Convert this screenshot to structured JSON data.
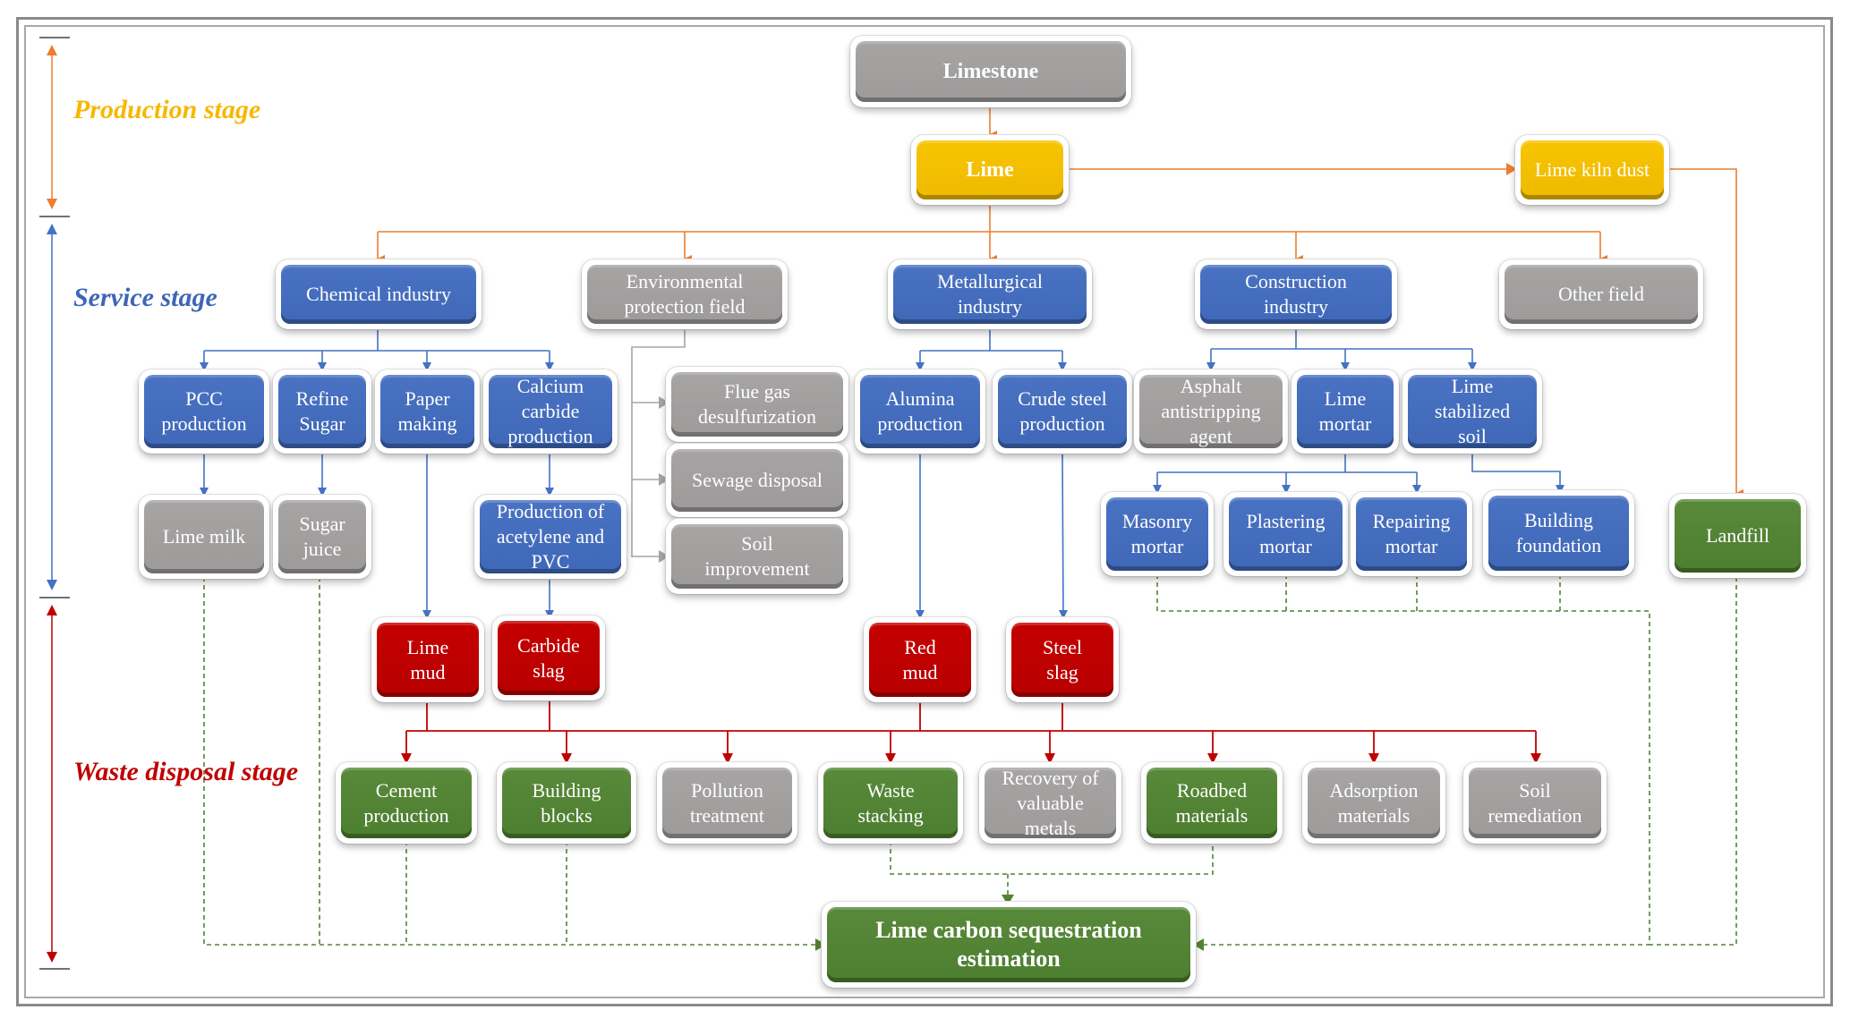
{
  "colors": {
    "production": "#f5b800",
    "service": "#3e66b6",
    "waste": "#c00000",
    "orange_link": "#ed7d31",
    "blue_link": "#4472c4",
    "gray_link": "#a5a5a5",
    "red_link": "#c00000",
    "green_dashed": "#548235"
  },
  "stages": {
    "production": "Production stage",
    "service": "Service stage",
    "waste": "Waste disposal stage"
  },
  "nodes": {
    "limestone": "Limestone",
    "lime": "Lime",
    "lime_kiln_dust": "Lime kiln dust",
    "chemical_industry": "Chemical industry",
    "environmental_protection": "Environmental protection field",
    "metallurgical_industry": "Metallurgical industry",
    "construction_industry": "Construction industry",
    "other_field": "Other field",
    "pcc_production": "PCC production",
    "refine_sugar": "Refine Sugar",
    "paper_making": "Paper making",
    "calcium_carbide_production": "Calcium carbide production",
    "flue_gas_desulfurization": "Flue gas desulfurization",
    "sewage_disposal": "Sewage disposal",
    "soil_improvement": "Soil improvement",
    "alumina_production": "Alumina production",
    "crude_steel_production": "Crude steel production",
    "asphalt_antistripping_agent": "Asphalt antistripping agent",
    "lime_mortar": "Lime mortar",
    "lime_stabilized_soil": "Lime stabilized soil",
    "lime_milk": "Lime milk",
    "sugar_juice": "Sugar juice",
    "acetylene_pvc": "Production of acetylene and PVC",
    "masonry_mortar": "Masonry mortar",
    "plastering_mortar": "Plastering mortar",
    "repairing_mortar": "Repairing mortar",
    "building_foundation": "Building foundation",
    "landfill": "Landfill",
    "lime_mud": "Lime mud",
    "carbide_slag": "Carbide slag",
    "red_mud": "Red mud",
    "steel_slag": "Steel slag",
    "cement_production": "Cement production",
    "building_blocks": "Building blocks",
    "pollution_treatment": "Pollution treatment",
    "waste_stacking": "Waste stacking",
    "recovery_valuable_metals": "Recovery of valuable metals",
    "roadbed_materials": "Roadbed materials",
    "adsorption_materials": "Adsorption materials",
    "soil_remediation": "Soil remediation",
    "carbon_sequestration": "Lime carbon sequestration estimation"
  },
  "edges": [
    [
      "limestone",
      "lime"
    ],
    [
      "lime",
      "lime_kiln_dust"
    ],
    [
      "lime_kiln_dust",
      "landfill"
    ],
    [
      "lime",
      "chemical_industry"
    ],
    [
      "lime",
      "environmental_protection"
    ],
    [
      "lime",
      "metallurgical_industry"
    ],
    [
      "lime",
      "construction_industry"
    ],
    [
      "lime",
      "other_field"
    ],
    [
      "chemical_industry",
      "pcc_production"
    ],
    [
      "chemical_industry",
      "refine_sugar"
    ],
    [
      "chemical_industry",
      "paper_making"
    ],
    [
      "chemical_industry",
      "calcium_carbide_production"
    ],
    [
      "pcc_production",
      "lime_milk"
    ],
    [
      "refine_sugar",
      "sugar_juice"
    ],
    [
      "paper_making",
      "lime_mud"
    ],
    [
      "calcium_carbide_production",
      "acetylene_pvc"
    ],
    [
      "acetylene_pvc",
      "carbide_slag"
    ],
    [
      "environmental_protection",
      "flue_gas_desulfurization"
    ],
    [
      "environmental_protection",
      "sewage_disposal"
    ],
    [
      "environmental_protection",
      "soil_improvement"
    ],
    [
      "metallurgical_industry",
      "alumina_production"
    ],
    [
      "metallurgical_industry",
      "crude_steel_production"
    ],
    [
      "alumina_production",
      "red_mud"
    ],
    [
      "crude_steel_production",
      "steel_slag"
    ],
    [
      "construction_industry",
      "asphalt_antistripping_agent"
    ],
    [
      "construction_industry",
      "lime_mortar"
    ],
    [
      "construction_industry",
      "lime_stabilized_soil"
    ],
    [
      "lime_mortar",
      "masonry_mortar"
    ],
    [
      "lime_mortar",
      "plastering_mortar"
    ],
    [
      "lime_mortar",
      "repairing_mortar"
    ],
    [
      "lime_stabilized_soil",
      "building_foundation"
    ]
  ]
}
